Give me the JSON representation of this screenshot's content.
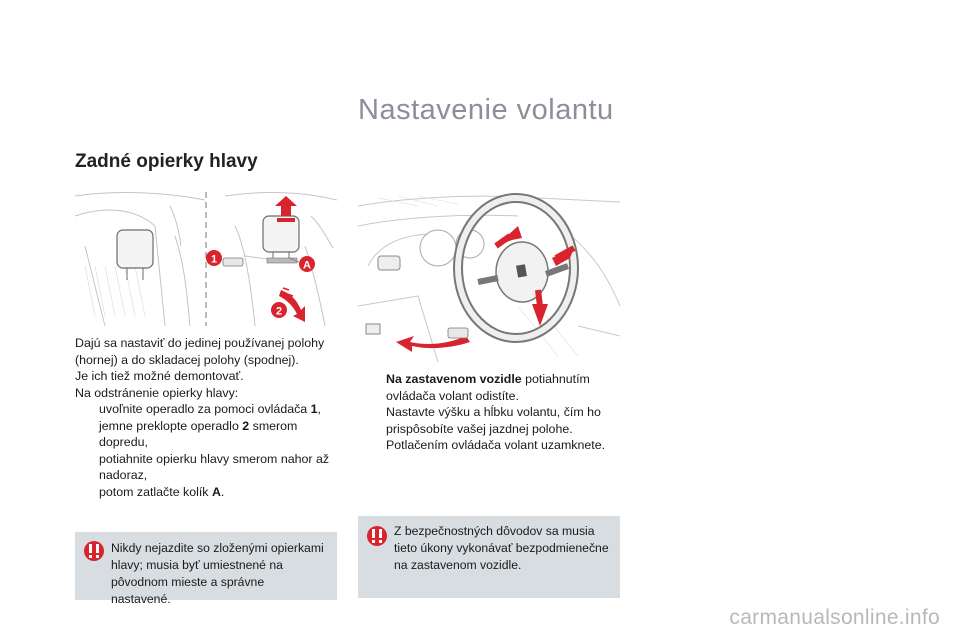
{
  "page_title": "Nastavenie volantu",
  "section_title": "Zadné opierky hlavy",
  "left_illustration": {
    "callouts": [
      "1",
      "2",
      "A"
    ]
  },
  "left_text": {
    "p1": "Dajú sa nastaviť do jedinej používanej polohy (hornej) a do skladacej polohy (spodnej).",
    "p2": "Je ich tiež možné demontovať.",
    "p3": "Na odstránenie opierky hlavy:",
    "bullet_symbol": "",
    "bullets": [
      {
        "before": "uvoľnite operadlo za pomoci ovládača ",
        "bold": "1",
        "after": ","
      },
      {
        "before": "jemne preklopte operadlo ",
        "bold": "2",
        "after": " smerom dopredu,"
      },
      {
        "before": "potiahnite opierku hlavy smerom nahor až nadoraz,",
        "bold": "",
        "after": ""
      },
      {
        "before": "potom zatlačte kolík ",
        "bold": "A",
        "after": "."
      }
    ]
  },
  "right_text": {
    "bullets": [
      {
        "bold": "Na zastavenom vozidle",
        "after": " potiahnutím ovládača volant odistíte."
      },
      {
        "bold": "",
        "after": "Nastavte výšku a hĺbku volantu, čím ho prispôsobíte vašej jazdnej polohe."
      },
      {
        "bold": "",
        "after": "Potlačením ovládača volant uzamknete."
      }
    ]
  },
  "warnings": {
    "left": "Nikdy nejazdite so zloženými opierkami hlavy; musia byť umiestnené na pôvodnom mieste a správne nastavené.",
    "right": "Z bezpečnostných dôvodov sa musia tieto úkony vykonávať bezpodmienečne na zastavenom vozidle."
  },
  "watermark": "carmanualsonline.info",
  "colors": {
    "accent_red": "#d9232d",
    "title_gray": "#8a8f9a",
    "warning_bg": "#d7dde1"
  }
}
